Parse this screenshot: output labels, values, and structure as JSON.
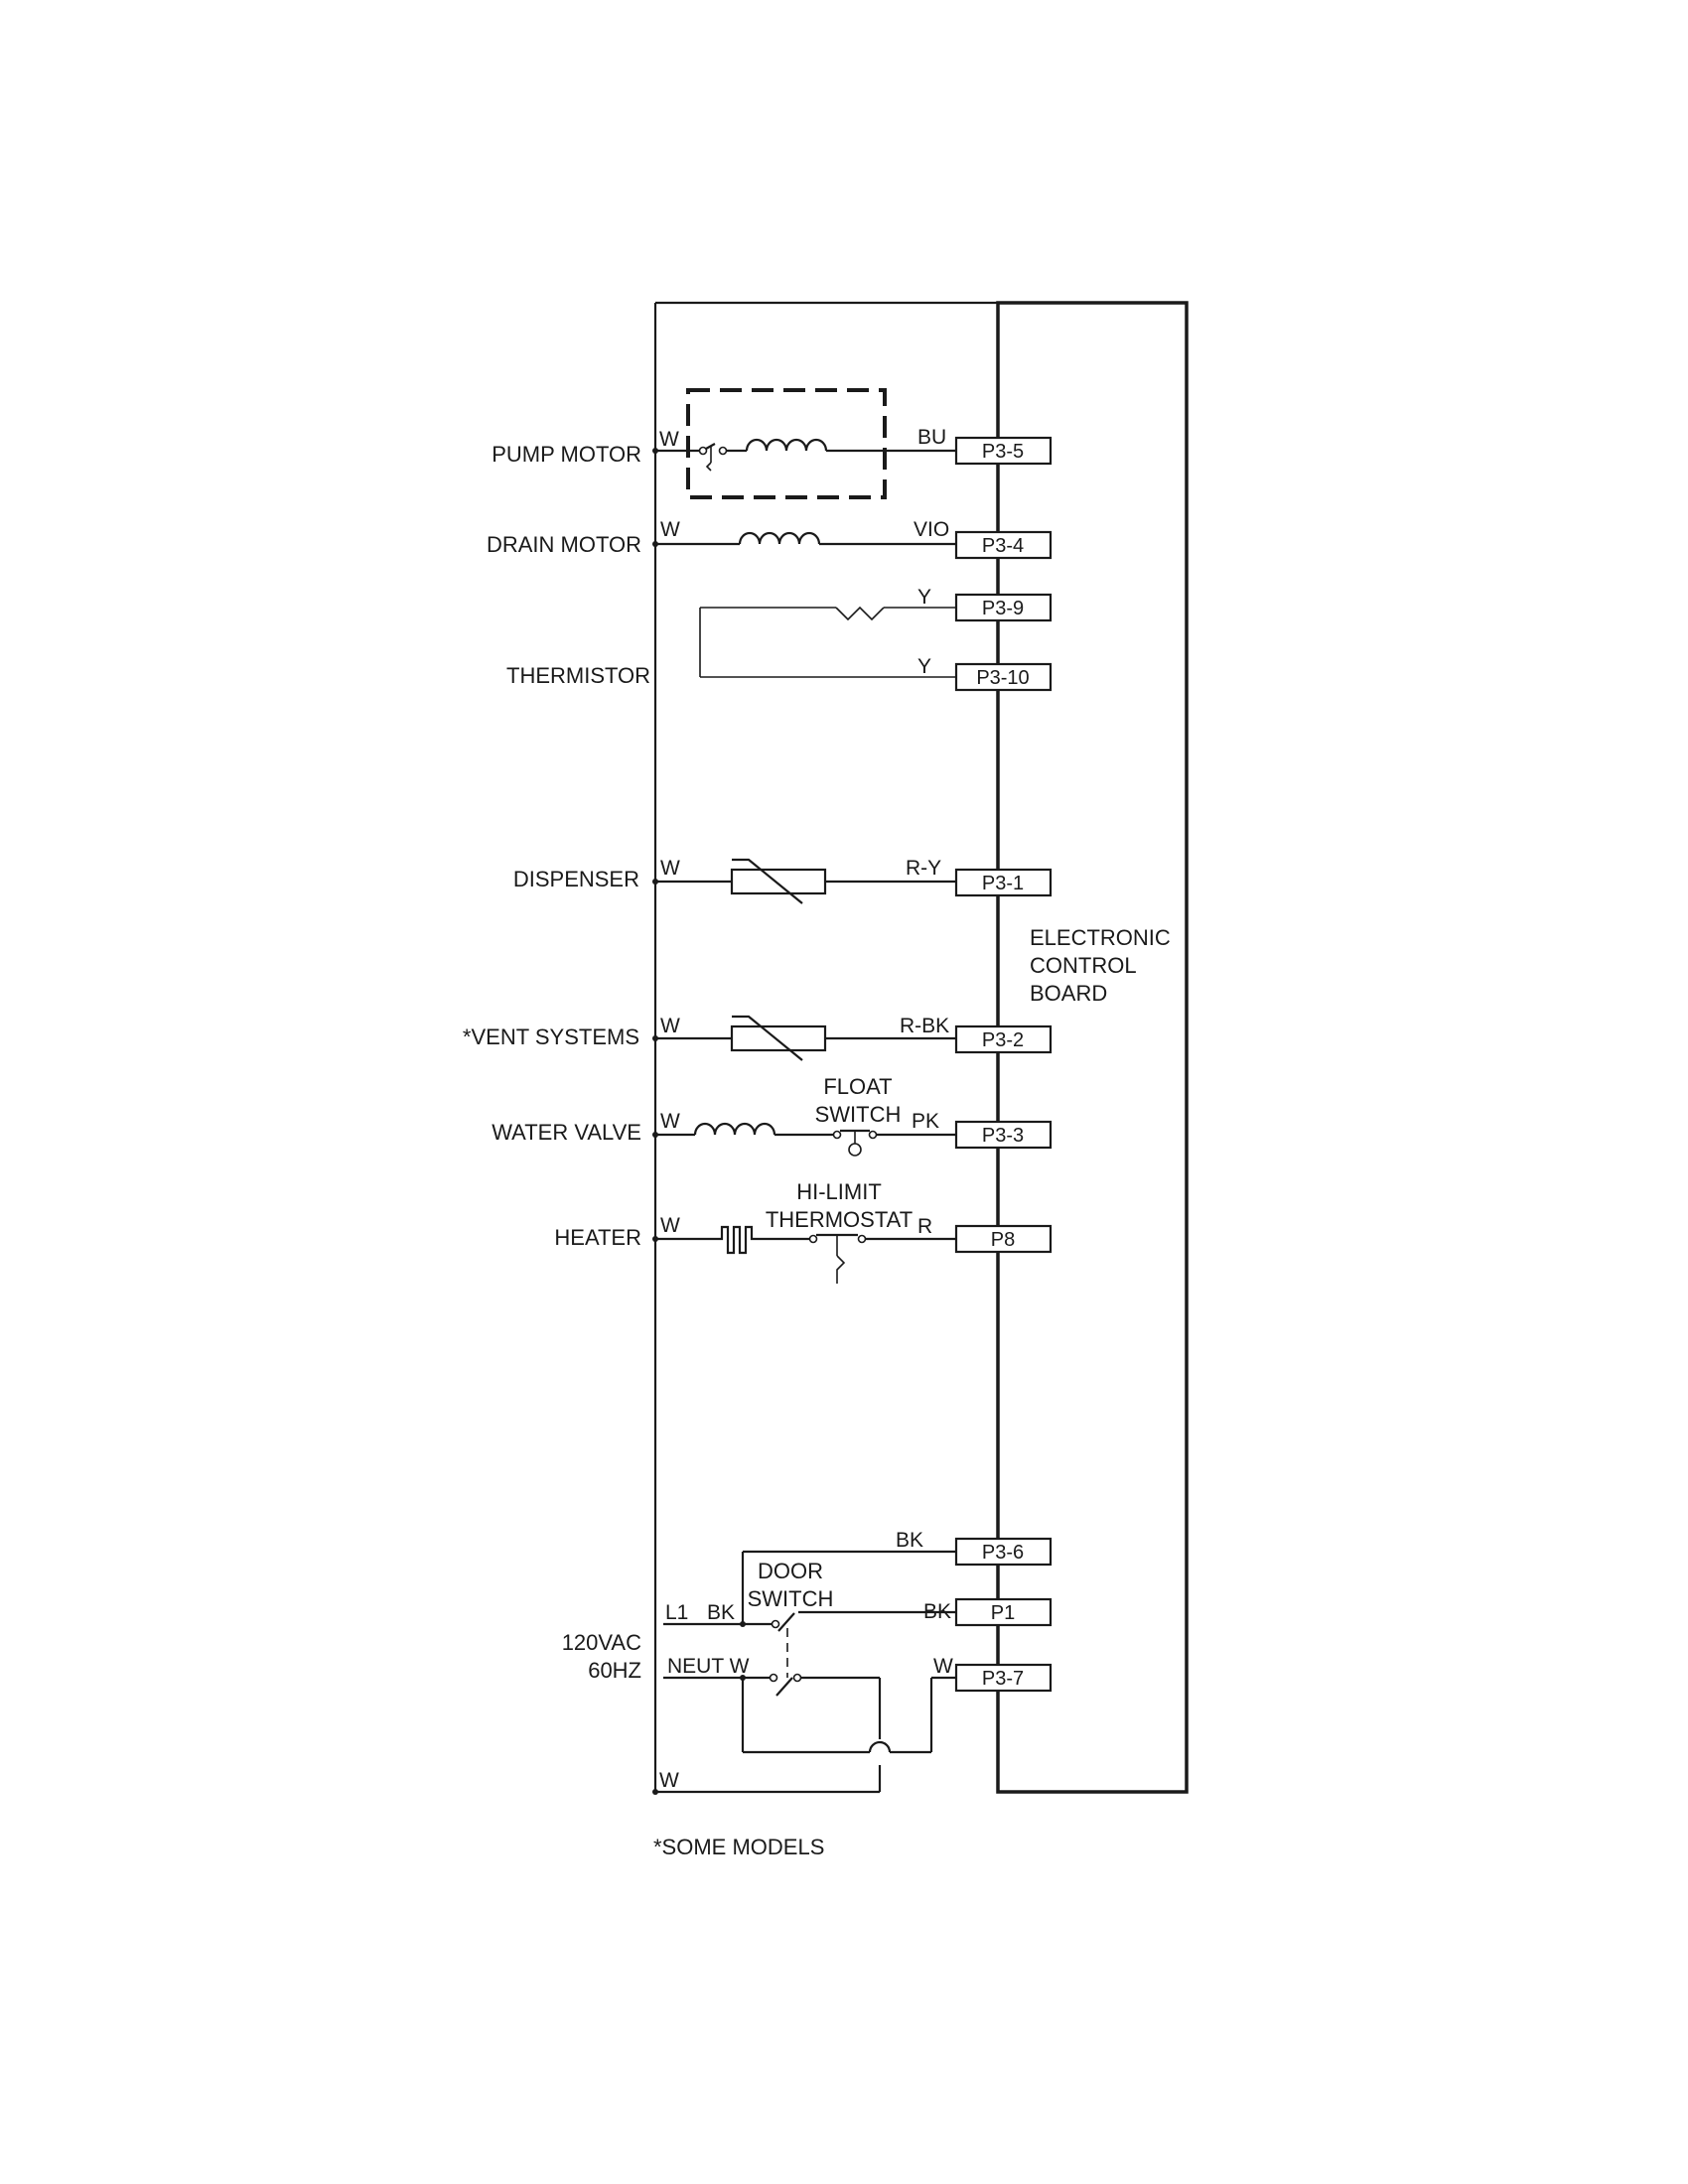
{
  "components": {
    "pump_motor": "PUMP MOTOR",
    "drain_motor": "DRAIN MOTOR",
    "thermistor": "THERMISTOR",
    "dispenser": "DISPENSER",
    "vent_systems": "*VENT SYSTEMS",
    "water_valve": "WATER VALVE",
    "heater": "HEATER",
    "supply_voltage": "120VAC",
    "supply_freq": "60HZ"
  },
  "switches": {
    "float_line1": "FLOAT",
    "float_line2": "SWITCH",
    "hilimit_line1": "HI-LIMIT",
    "hilimit_line2": "THERMOSTAT",
    "door_line1": "DOOR",
    "door_line2": "SWITCH"
  },
  "board": {
    "line1": "ELECTRONIC",
    "line2": "CONTROL",
    "line3": "BOARD"
  },
  "wires": {
    "pump_left": "W",
    "pump_right": "BU",
    "drain_left": "W",
    "drain_right": "VIO",
    "therm_top": "Y",
    "therm_bottom": "Y",
    "disp_left": "W",
    "disp_right": "R-Y",
    "vent_left": "W",
    "vent_right": "R-BK",
    "valve_left": "W",
    "valve_right": "PK",
    "heater_left": "W",
    "heater_right": "R",
    "p36": "BK",
    "l1": "L1",
    "l1_color": "BK",
    "p1": "BK",
    "neut": "NEUT W",
    "p37": "W",
    "bottom": "W"
  },
  "connectors": {
    "p3_5": "P3-5",
    "p3_4": "P3-4",
    "p3_9": "P3-9",
    "p3_10": "P3-10",
    "p3_1": "P3-1",
    "p3_2": "P3-2",
    "p3_3": "P3-3",
    "p8": "P8",
    "p3_6": "P3-6",
    "p1": "P1",
    "p3_7": "P3-7"
  },
  "footnote": "*SOME MODELS"
}
